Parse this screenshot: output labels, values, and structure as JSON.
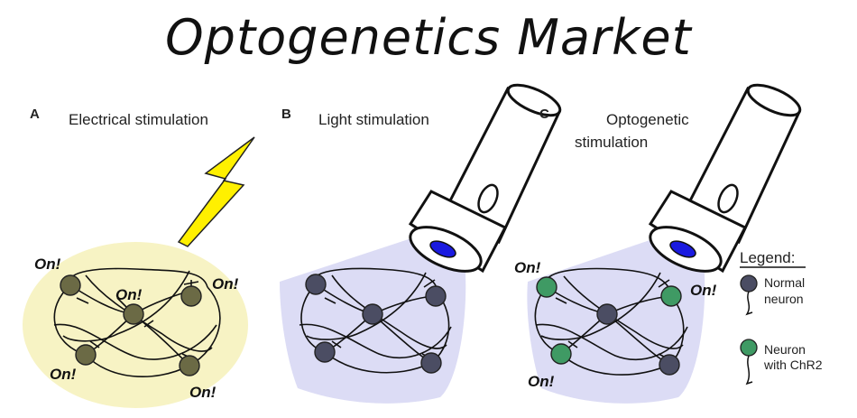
{
  "title": "Optogenetics Market",
  "panels": [
    {
      "letter": "A",
      "caption": "Electrical stimulation"
    },
    {
      "letter": "B",
      "caption": "Light stimulation"
    },
    {
      "letter": "C",
      "caption_line1": "Optogenetic",
      "caption_line2": "stimulation"
    }
  ],
  "on_label": "On!",
  "legend": {
    "title": "Legend:",
    "normal_line1": "Normal",
    "normal_line2": "neuron",
    "chr2_line1": "Neuron",
    "chr2_line2": "with ChR2"
  },
  "colors": {
    "electric_glow": "#f7f3c4",
    "bolt": "#fff000",
    "light_cone": "#dcdcf5",
    "neuron_active": "#6b6a45",
    "neuron_normal": "#4b4d63",
    "neuron_chr2": "#3f9a64",
    "led": "#1a1ae0"
  }
}
